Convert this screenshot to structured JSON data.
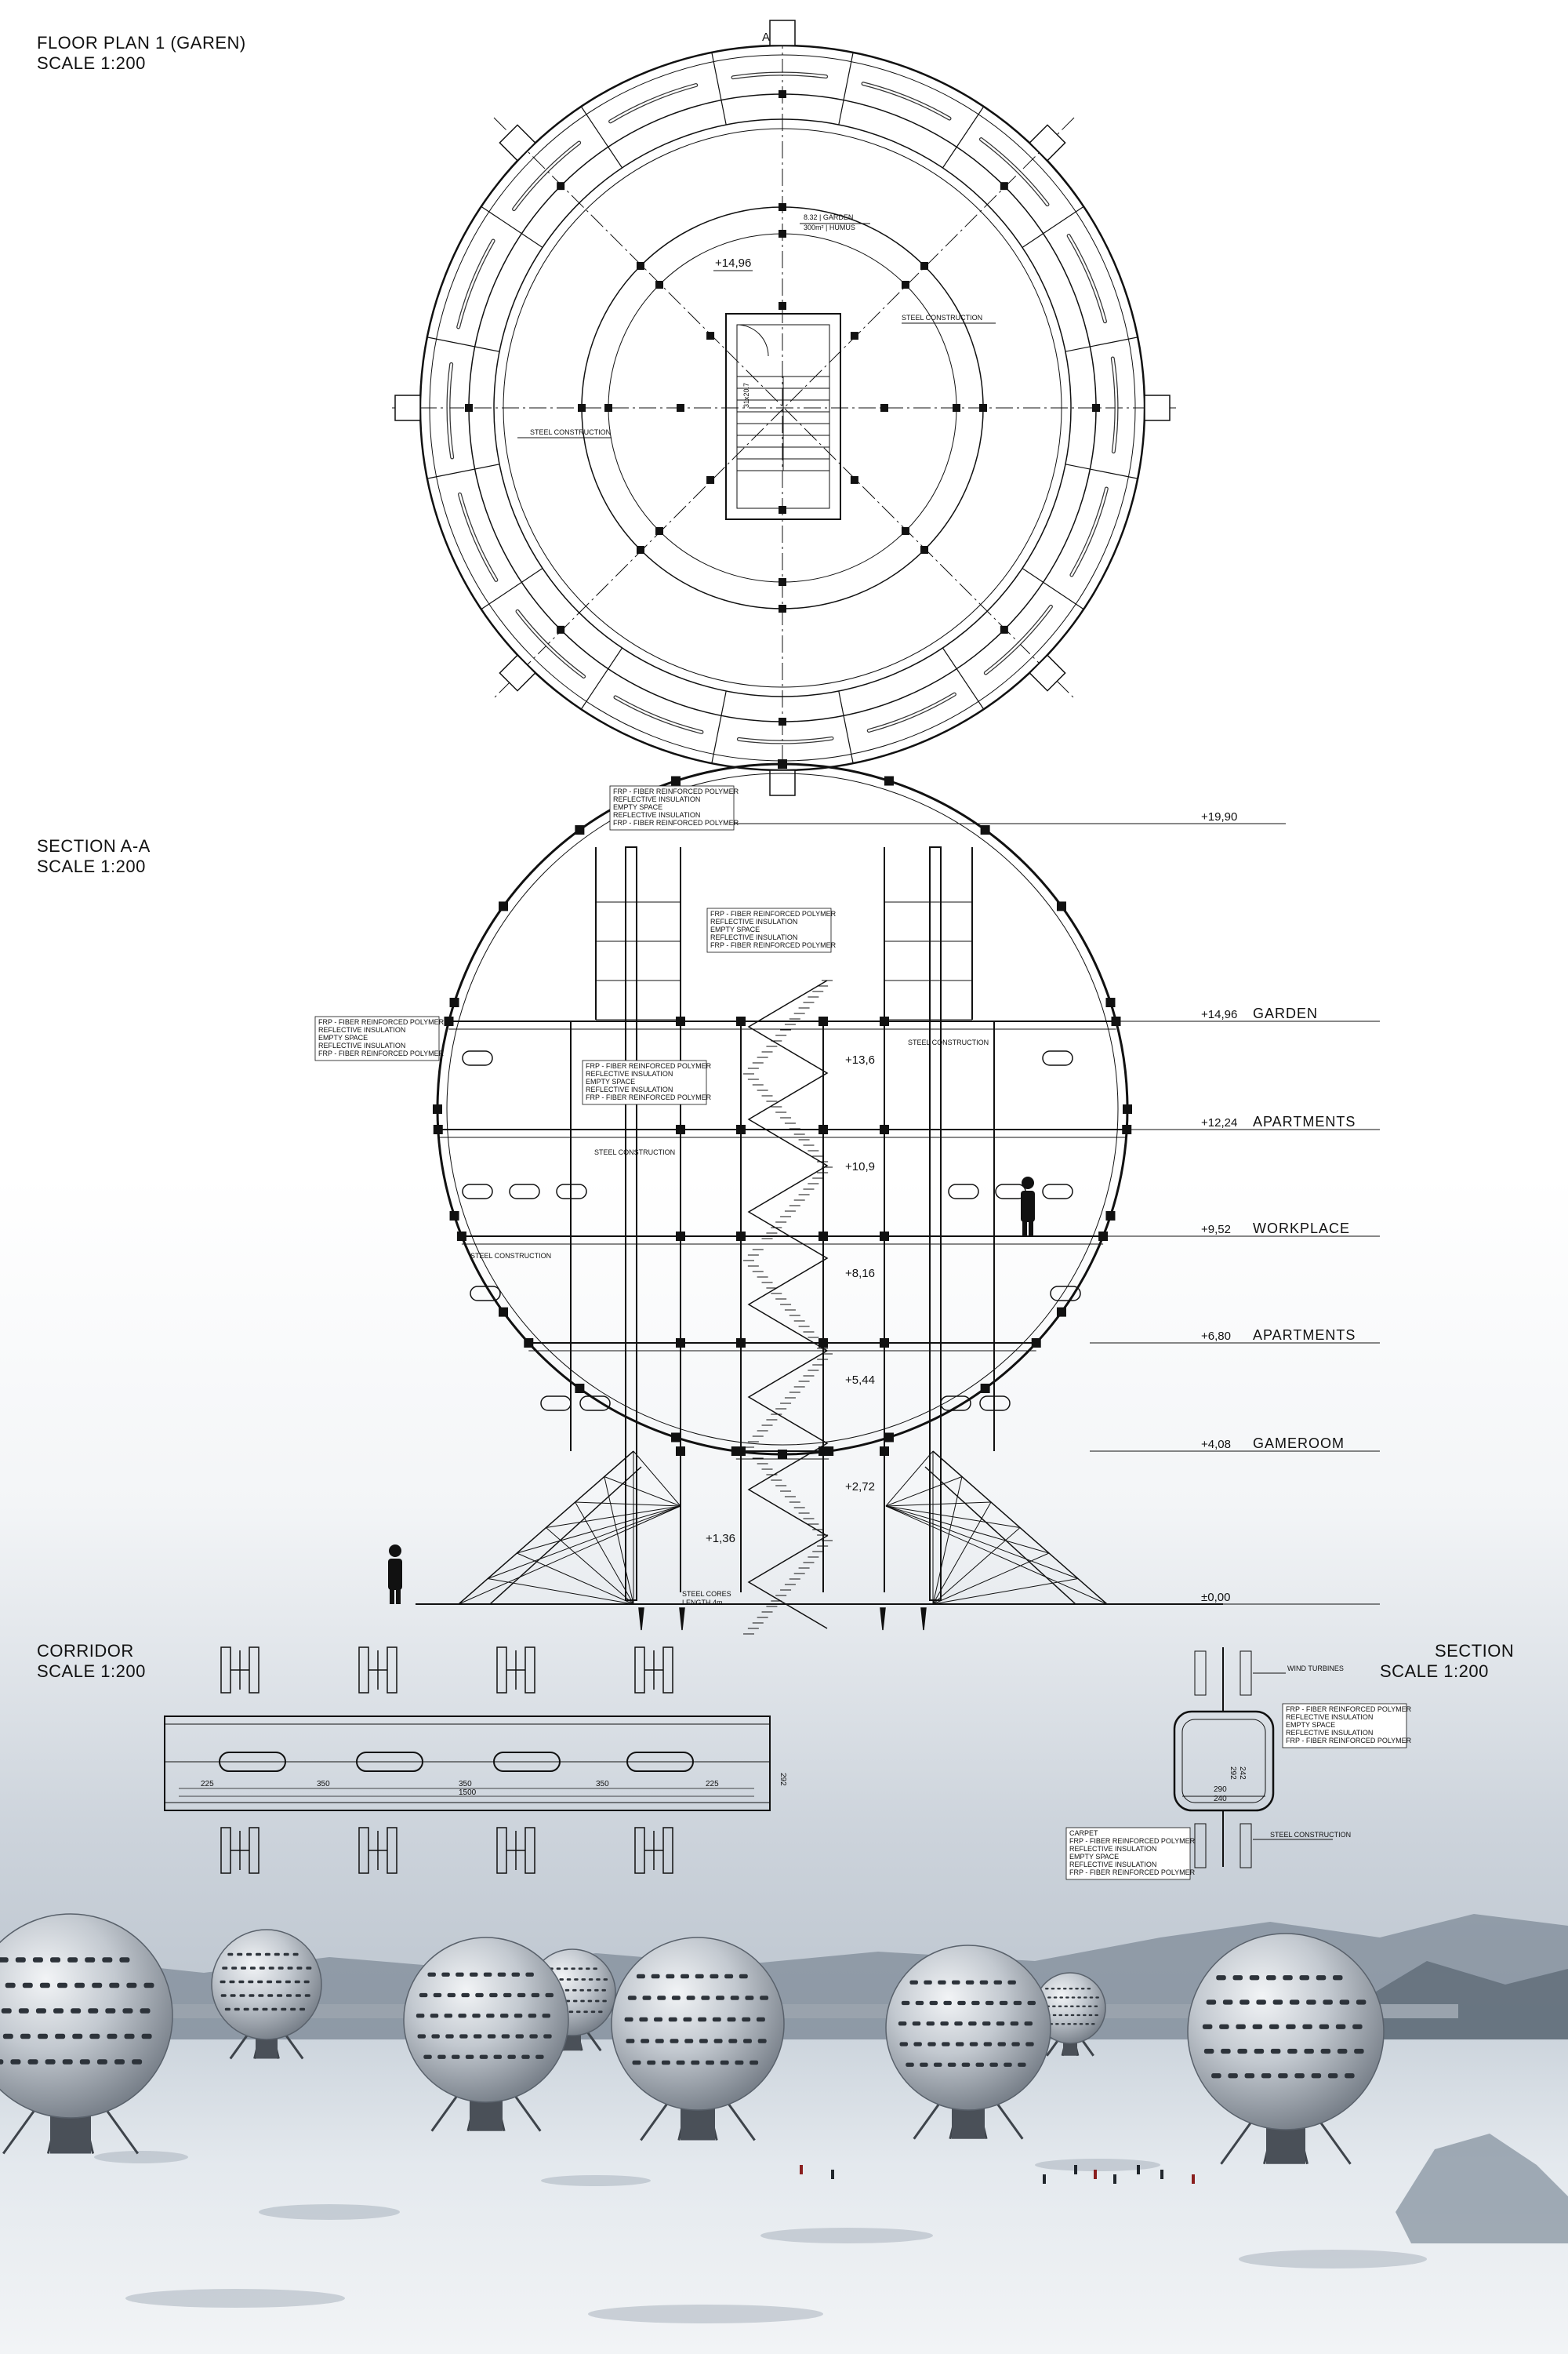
{
  "sheet": {
    "floor_plan": {
      "title": "FLOOR PLAN 1 (GAREN)",
      "scale": "SCALE 1:200",
      "section_marker": "A",
      "elevation": "+14,96",
      "garden_note": [
        "8.32 | GARDEN",
        "300m² | HUMUS"
      ],
      "steel_label": "STEEL CONSTRUCTION",
      "stair_label": "31x20.7"
    },
    "section_aa": {
      "title": "SECTION A-A",
      "scale": "SCALE 1:200",
      "top_elevation": "+19,90",
      "wall_note": [
        "FRP - FIBER REINFORCED POLYMER",
        "REFLECTIVE INSULATION",
        "EMPTY SPACE",
        "REFLECTIVE INSULATION",
        "FRP - FIBER REINFORCED POLYMER"
      ],
      "inner_note": [
        "FRP - FIBER REINFORCED POLYMER",
        "REFLECTIVE INSULATION",
        "EMPTY SPACE",
        "REFLECTIVE INSULATION",
        "FRP - FIBER REINFORCED POLYMER"
      ],
      "steel_label": "STEEL CONSTRUCTION",
      "levels": [
        {
          "elev": "+14,96",
          "name": "GARDEN"
        },
        {
          "elev": "+12,24",
          "name": "APARTMENTS"
        },
        {
          "elev": "+9,52",
          "name": "WORKPLACE"
        },
        {
          "elev": "+6,80",
          "name": "APARTMENTS"
        },
        {
          "elev": "+4,08",
          "name": "GAMEROOM"
        },
        {
          "elev": "±0,00",
          "name": ""
        }
      ],
      "stair_elevations": [
        "+13,6",
        "+10,9",
        "+8,16",
        "+5,44",
        "+2,72",
        "+1,36"
      ],
      "cores_note": [
        "STEEL CORES",
        "LENGTH 4m"
      ]
    },
    "corridor": {
      "title": "CORRIDOR",
      "scale": "SCALE 1:200",
      "dims": [
        "225",
        "350",
        "350",
        "350",
        "225",
        "1500"
      ],
      "height_dim": "292"
    },
    "section": {
      "title": "SECTION",
      "scale": "SCALE 1:200",
      "wind_label": "WIND TURBINES",
      "wall_note": [
        "FRP - FIBER REINFORCED POLYMER",
        "REFLECTIVE INSULATION",
        "EMPTY SPACE",
        "REFLECTIVE INSULATION",
        "FRP - FIBER REINFORCED POLYMER"
      ],
      "floor_note": [
        "CARPET",
        "FRP - FIBER REINFORCED POLYMER",
        "REFLECTIVE INSULATION",
        "EMPTY SPACE",
        "REFLECTIVE INSULATION",
        "FRP - FIBER REINFORCED POLYMER"
      ],
      "steel_label": "STEEL CONSTRUCTION",
      "dims": [
        "292",
        "242",
        "290",
        "240"
      ]
    }
  },
  "colors": {
    "ink": "#111111",
    "sky": "#d6dde5",
    "snow": "#eef1f4",
    "sphere": "#b9bfc6"
  }
}
